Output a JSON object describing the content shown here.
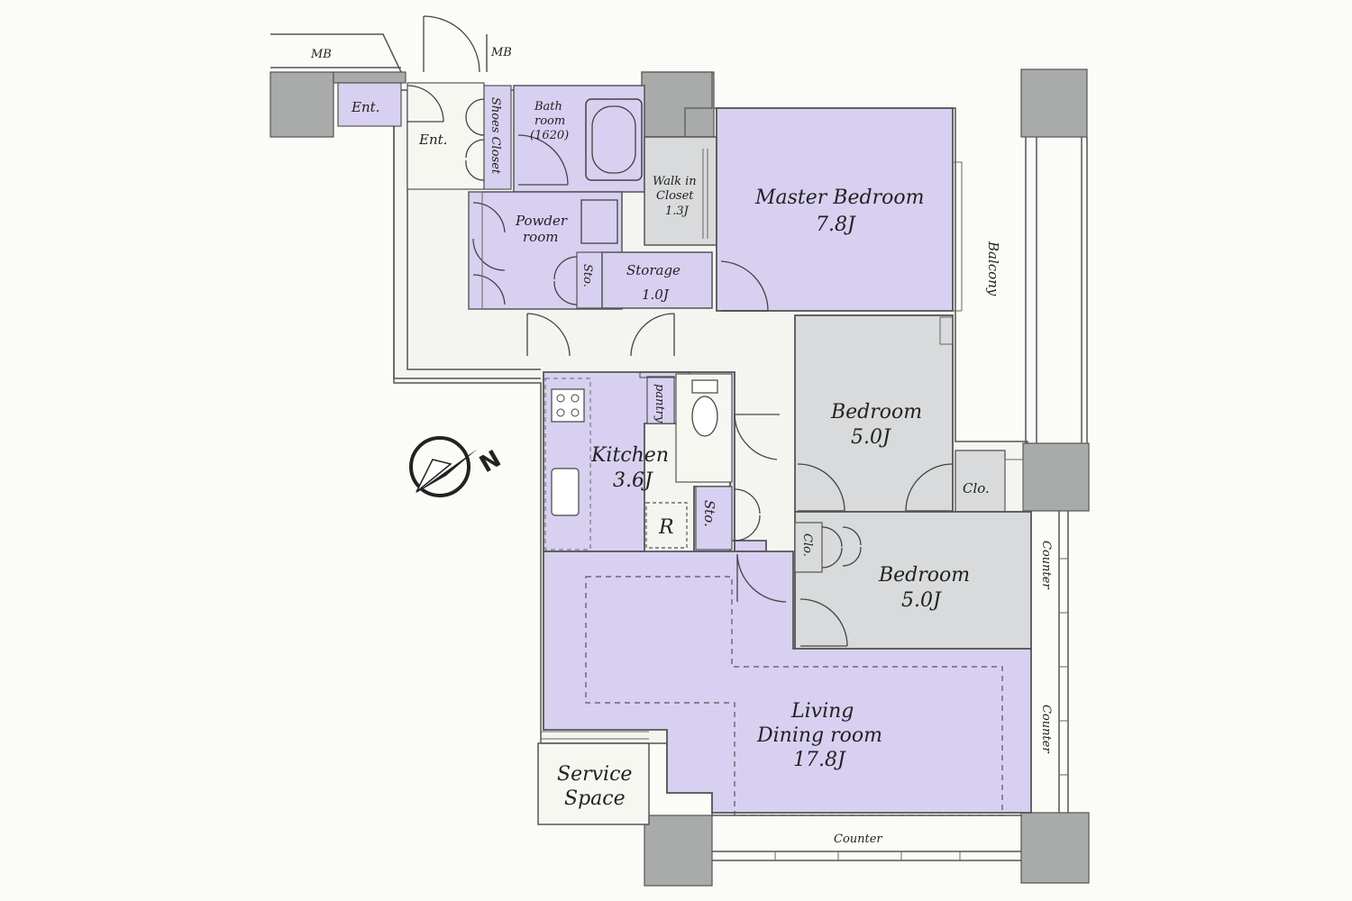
{
  "colors": {
    "background": "#fbfcf7",
    "purple_room": "#d8d0f0",
    "gray_room": "#d9dadb",
    "white_room": "#f7f7f2",
    "pillar": "#a9abab",
    "line": "#555555"
  },
  "labels": {
    "mb_left": "MB",
    "mb_right": "MB",
    "ent_small": "Ent.",
    "ent": "Ent.",
    "shoes_closet": "Shoes Closet",
    "bath_1": "Bath",
    "bath_2": "room",
    "bath_3": "(1620)",
    "walkin_1": "Walk in",
    "walkin_2": "Closet",
    "walkin_3": "1.3J",
    "powder_1": "Powder",
    "powder_2": "room",
    "sto_upper": "Sto.",
    "storage_1": "Storage",
    "storage_2": "1.0J",
    "master_1": "Master Bedroom",
    "master_2": "7.8J",
    "balcony": "Balcony",
    "pantry": "pantry",
    "kitchen_1": "Kitchen",
    "kitchen_2": "3.6J",
    "refrigerator": "R",
    "sto_kitchen": "Sto.",
    "bedroom2_1": "Bedroom",
    "bedroom2_2": "5.0J",
    "clo_right": "Clo.",
    "clo_left": "Clo.",
    "bedroom3_1": "Bedroom",
    "bedroom3_2": "5.0J",
    "counter_upper": "Counter",
    "counter_lower": "Counter",
    "counter_bottom": "Counter",
    "living_1": "Living",
    "living_2": "Dining room",
    "living_3": "17.8J",
    "service_1": "Service",
    "service_2": "Space",
    "north": "N"
  }
}
